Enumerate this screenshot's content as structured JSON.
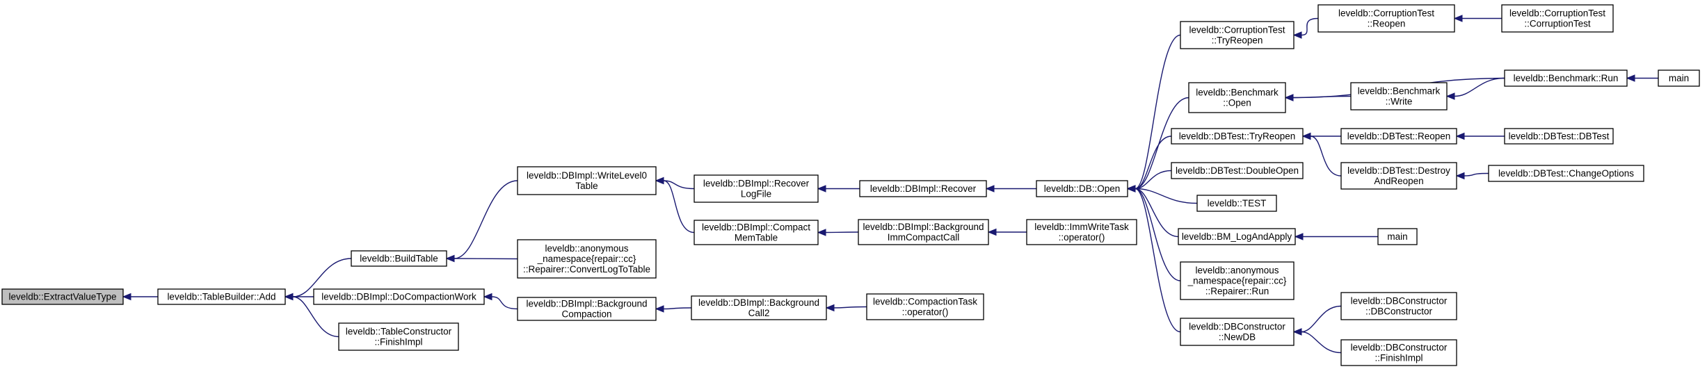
{
  "diagram": {
    "type": "call-graph",
    "root": "leveldb::ExtractValueType",
    "nodes": [
      {
        "id": "n0",
        "label_lines": [
          "leveldb::ExtractValueType"
        ],
        "root": true
      },
      {
        "id": "n1",
        "label_lines": [
          "leveldb::TableBuilder::Add"
        ]
      },
      {
        "id": "n2",
        "label_lines": [
          "leveldb::BuildTable"
        ]
      },
      {
        "id": "n3",
        "label_lines": [
          "leveldb::DBImpl::DoCompactionWork"
        ]
      },
      {
        "id": "n4",
        "label_lines": [
          "leveldb::TableConstructor",
          "::FinishImpl"
        ]
      },
      {
        "id": "n5",
        "label_lines": [
          "leveldb::DBImpl::WriteLevel0",
          "Table"
        ]
      },
      {
        "id": "n6",
        "label_lines": [
          "leveldb::anonymous",
          "_namespace{repair::cc}",
          "::Repairer::ConvertLogToTable"
        ]
      },
      {
        "id": "n7",
        "label_lines": [
          "leveldb::DBImpl::Background",
          "Compaction"
        ]
      },
      {
        "id": "n8",
        "label_lines": [
          "leveldb::DBImpl::Recover",
          "LogFile"
        ]
      },
      {
        "id": "n9",
        "label_lines": [
          "leveldb::DBImpl::Compact",
          "MemTable"
        ]
      },
      {
        "id": "n10",
        "label_lines": [
          "leveldb::DBImpl::Background",
          "Call2"
        ]
      },
      {
        "id": "n11",
        "label_lines": [
          "leveldb::DBImpl::Recover"
        ]
      },
      {
        "id": "n12",
        "label_lines": [
          "leveldb::DBImpl::Background",
          "ImmCompactCall"
        ]
      },
      {
        "id": "n13",
        "label_lines": [
          "leveldb::CompactionTask",
          "::operator()"
        ]
      },
      {
        "id": "n14",
        "label_lines": [
          "leveldb::DB::Open"
        ]
      },
      {
        "id": "n15",
        "label_lines": [
          "leveldb::ImmWriteTask",
          "::operator()"
        ]
      },
      {
        "id": "n16",
        "label_lines": [
          "leveldb::CorruptionTest",
          "::TryReopen"
        ]
      },
      {
        "id": "n17",
        "label_lines": [
          "leveldb::Benchmark",
          "::Open"
        ]
      },
      {
        "id": "n18",
        "label_lines": [
          "leveldb::DBTest::TryReopen"
        ]
      },
      {
        "id": "n19",
        "label_lines": [
          "leveldb::DBTest::DoubleOpen"
        ]
      },
      {
        "id": "n20",
        "label_lines": [
          "leveldb::TEST"
        ]
      },
      {
        "id": "n21",
        "label_lines": [
          "leveldb::BM_LogAndApply"
        ]
      },
      {
        "id": "n22",
        "label_lines": [
          "leveldb::anonymous",
          "_namespace{repair::cc}",
          "::Repairer::Run"
        ]
      },
      {
        "id": "n23",
        "label_lines": [
          "leveldb::DBConstructor",
          "::NewDB"
        ]
      },
      {
        "id": "n24",
        "label_lines": [
          "leveldb::CorruptionTest",
          "::Reopen"
        ]
      },
      {
        "id": "n25",
        "label_lines": [
          "leveldb::Benchmark",
          "::Write"
        ]
      },
      {
        "id": "n26",
        "label_lines": [
          "leveldb::DBTest::Reopen"
        ]
      },
      {
        "id": "n27",
        "label_lines": [
          "leveldb::DBTest::Destroy",
          "AndReopen"
        ]
      },
      {
        "id": "n28",
        "label_lines": [
          "main"
        ]
      },
      {
        "id": "n29",
        "label_lines": [
          "leveldb::DBConstructor",
          "::DBConstructor"
        ]
      },
      {
        "id": "n30",
        "label_lines": [
          "leveldb::DBConstructor",
          "::FinishImpl"
        ]
      },
      {
        "id": "n31",
        "label_lines": [
          "leveldb::CorruptionTest",
          "::CorruptionTest"
        ]
      },
      {
        "id": "n32",
        "label_lines": [
          "leveldb::Benchmark::Run"
        ]
      },
      {
        "id": "n33",
        "label_lines": [
          "leveldb::DBTest::DBTest"
        ]
      },
      {
        "id": "n34",
        "label_lines": [
          "leveldb::DBTest::ChangeOptions"
        ]
      },
      {
        "id": "n35",
        "label_lines": [
          "main"
        ]
      }
    ],
    "edges": [
      {
        "from": "n1",
        "to": "n0"
      },
      {
        "from": "n2",
        "to": "n1"
      },
      {
        "from": "n3",
        "to": "n1"
      },
      {
        "from": "n4",
        "to": "n1"
      },
      {
        "from": "n5",
        "to": "n2"
      },
      {
        "from": "n6",
        "to": "n2"
      },
      {
        "from": "n7",
        "to": "n3"
      },
      {
        "from": "n8",
        "to": "n5"
      },
      {
        "from": "n9",
        "to": "n5"
      },
      {
        "from": "n10",
        "to": "n7"
      },
      {
        "from": "n11",
        "to": "n8"
      },
      {
        "from": "n12",
        "to": "n9"
      },
      {
        "from": "n13",
        "to": "n10"
      },
      {
        "from": "n14",
        "to": "n11"
      },
      {
        "from": "n15",
        "to": "n12"
      },
      {
        "from": "n16",
        "to": "n14"
      },
      {
        "from": "n17",
        "to": "n14"
      },
      {
        "from": "n18",
        "to": "n14"
      },
      {
        "from": "n19",
        "to": "n14"
      },
      {
        "from": "n20",
        "to": "n14"
      },
      {
        "from": "n21",
        "to": "n14"
      },
      {
        "from": "n22",
        "to": "n14"
      },
      {
        "from": "n23",
        "to": "n14"
      },
      {
        "from": "n24",
        "to": "n16"
      },
      {
        "from": "n31",
        "to": "n24"
      },
      {
        "from": "n25",
        "to": "n17"
      },
      {
        "from": "n32",
        "to": "n17"
      },
      {
        "from": "n32",
        "to": "n25"
      },
      {
        "from": "n35",
        "to": "n32"
      },
      {
        "from": "n26",
        "to": "n18"
      },
      {
        "from": "n27",
        "to": "n18"
      },
      {
        "from": "n33",
        "to": "n26"
      },
      {
        "from": "n34",
        "to": "n27"
      },
      {
        "from": "n28",
        "to": "n21"
      },
      {
        "from": "n29",
        "to": "n23"
      },
      {
        "from": "n30",
        "to": "n23"
      }
    ]
  },
  "colors": {
    "edge": "#191970",
    "root_fill": "#bfbfbf",
    "node_fill": "#ffffff",
    "node_border": "#000000"
  }
}
